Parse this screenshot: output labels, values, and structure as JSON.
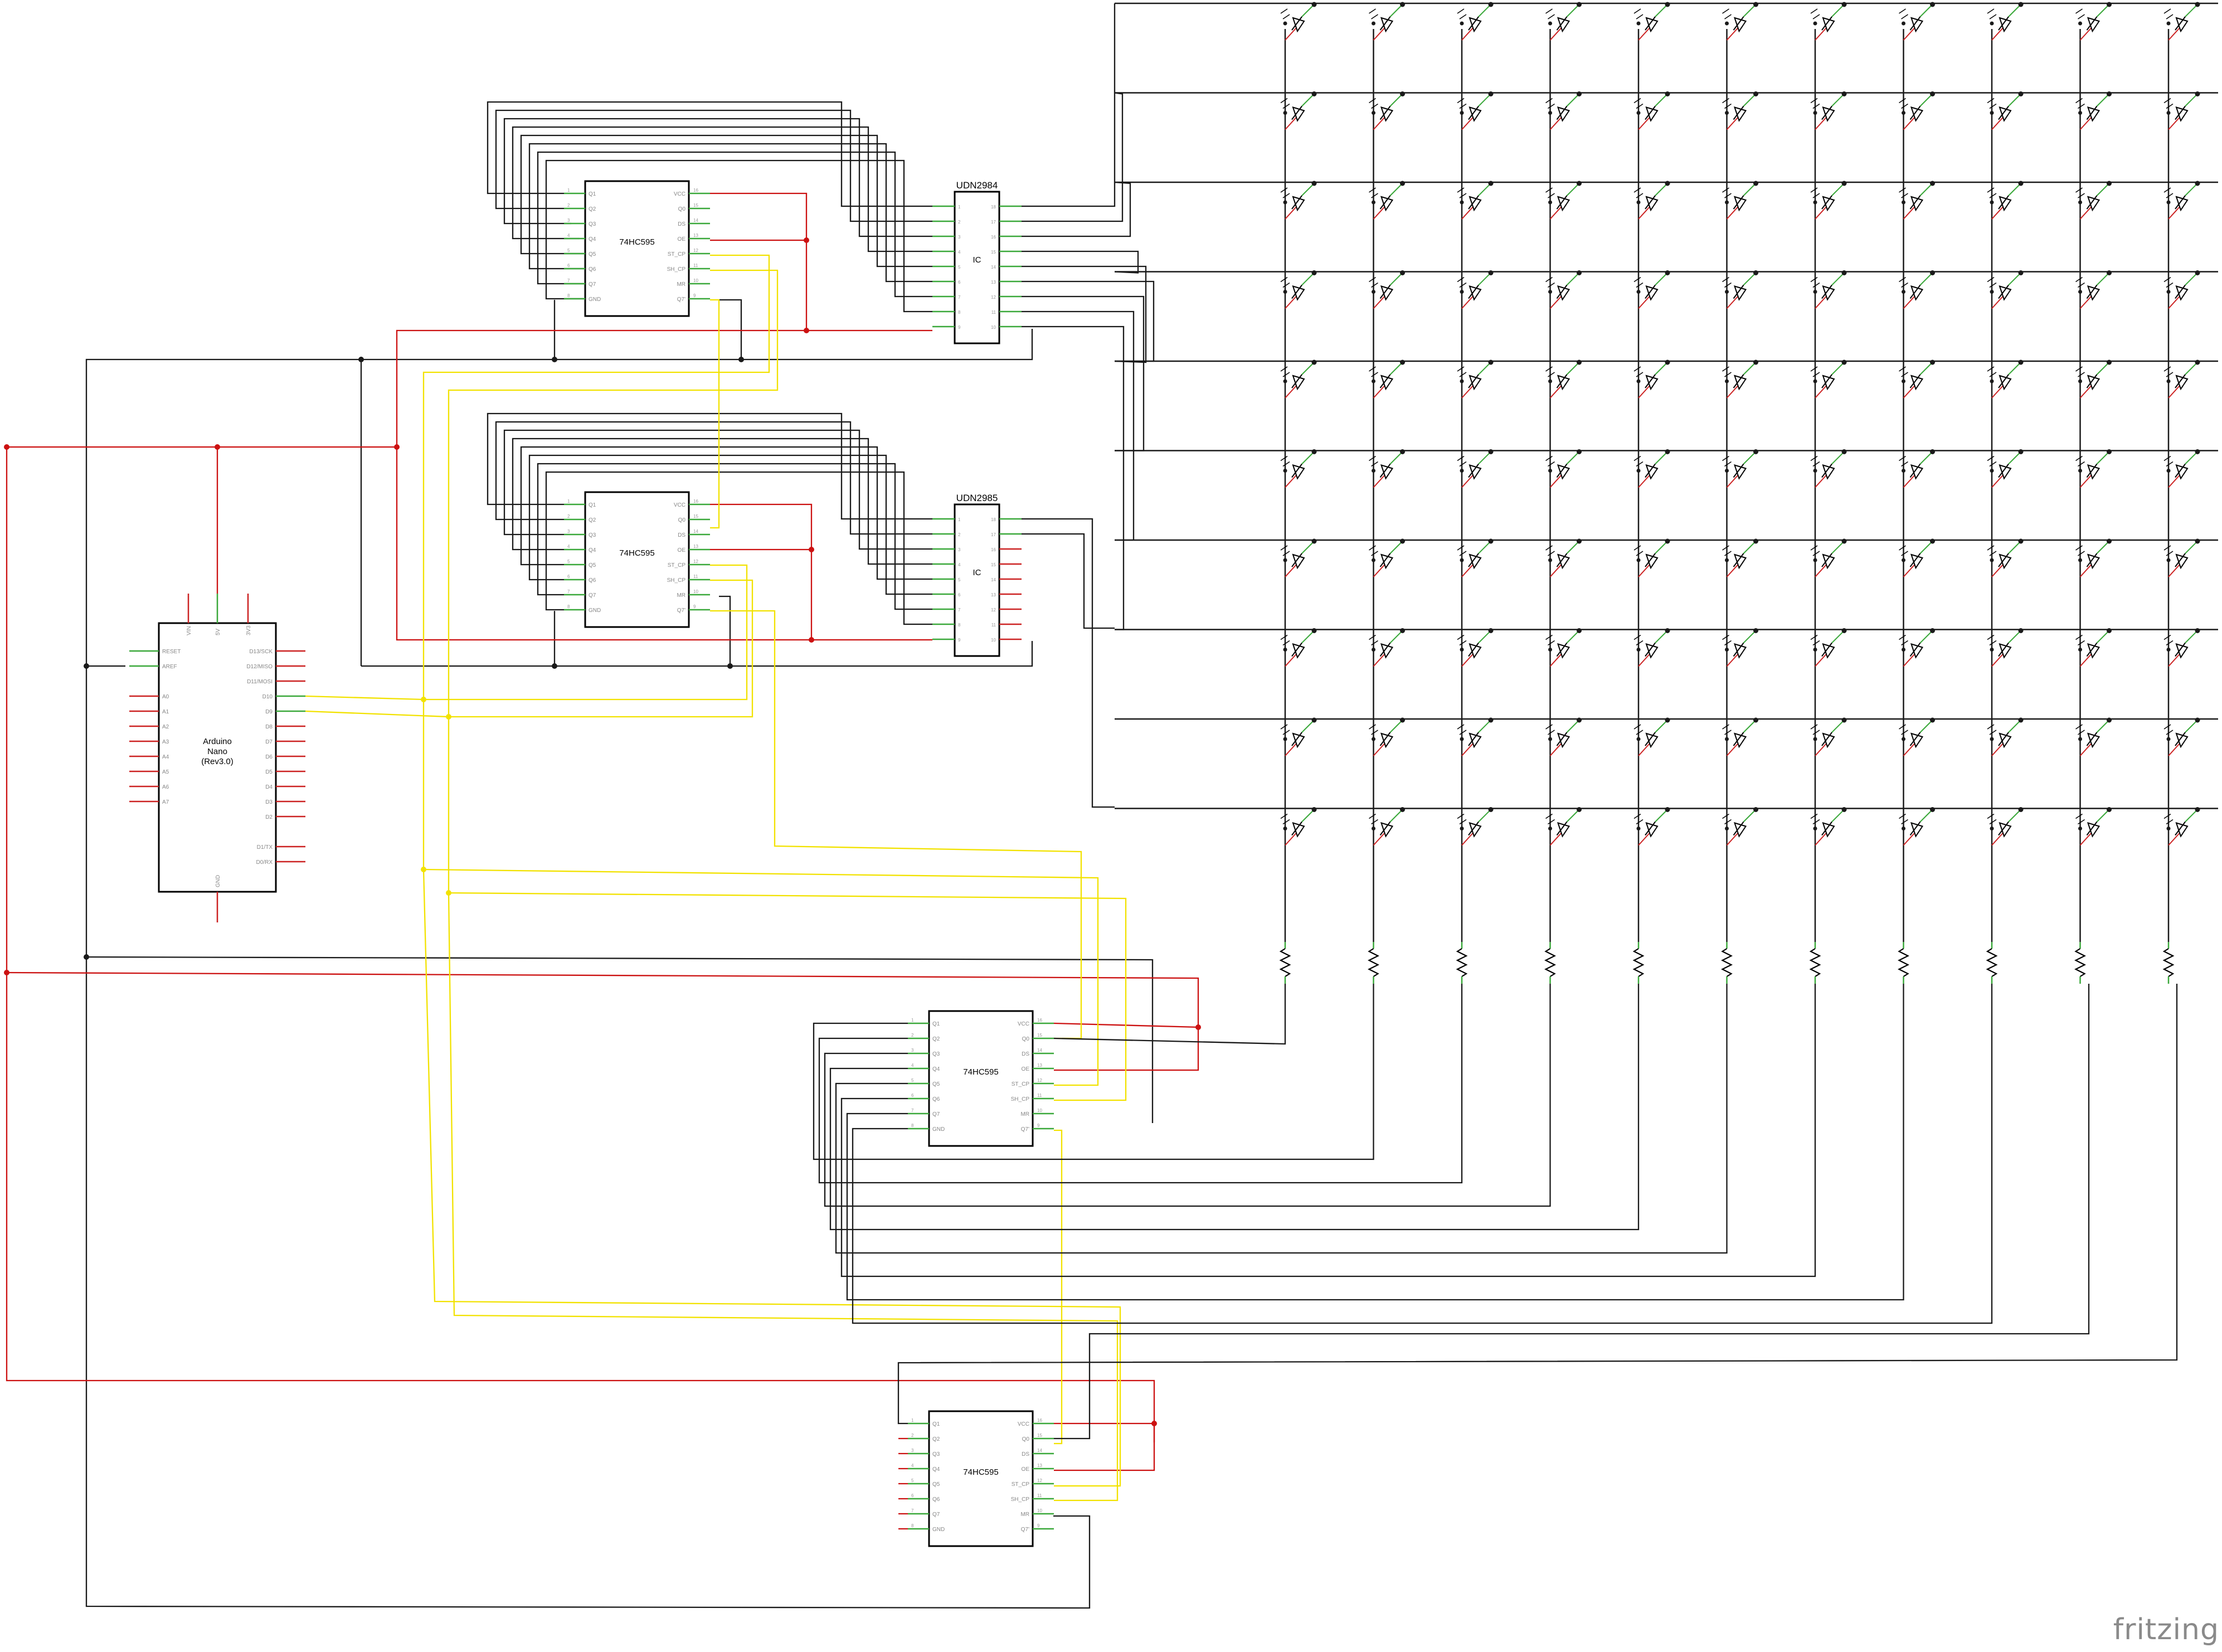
{
  "brand": "fritzing",
  "colors": {
    "wire": "#1a1a1a",
    "power": "#cc1111",
    "clock": "#f2e200",
    "pin_green": "#3aa83a",
    "pin_red": "#cc2222",
    "pin_label": "#888888"
  },
  "arduino": {
    "name_lines": [
      "Arduino",
      "Nano",
      "(Rev3.0)"
    ],
    "left_pins": [
      "RESET",
      "AREF",
      "A0",
      "A1",
      "A2",
      "A3",
      "A4",
      "A5",
      "A6",
      "A7"
    ],
    "right_pins": [
      "D13/SCK",
      "D12/MISO",
      "D11/MOSI",
      "D10",
      "D9",
      "D8",
      "D7",
      "D6",
      "D5",
      "D4",
      "D3",
      "D2",
      "D1/TX",
      "D0/RX"
    ],
    "top_pins": [
      "VIN",
      "5V",
      "3V3"
    ],
    "bottom_pins": [
      "GND"
    ]
  },
  "shift_register": {
    "name": "74HC595",
    "left_pins": [
      "Q1",
      "Q2",
      "Q3",
      "Q4",
      "Q5",
      "Q6",
      "Q7",
      "GND"
    ],
    "right_pins": [
      "VCC",
      "Q0",
      "DS",
      "OE",
      "ST_CP",
      "SH_CP",
      "MR",
      "Q7'"
    ],
    "left_nums": [
      "1",
      "2",
      "3",
      "4",
      "5",
      "6",
      "7",
      "8"
    ],
    "right_nums": [
      "16",
      "15",
      "14",
      "13",
      "12",
      "11",
      "10",
      "9"
    ]
  },
  "drivers": [
    {
      "title": "UDN2984",
      "name": "IC",
      "left_nums": [
        "1",
        "2",
        "3",
        "4",
        "5",
        "6",
        "7",
        "8",
        "9"
      ],
      "right_nums": [
        "18",
        "17",
        "16",
        "15",
        "14",
        "13",
        "12",
        "11",
        "10"
      ]
    },
    {
      "title": "UDN2985",
      "name": "IC",
      "left_nums": [
        "1",
        "2",
        "3",
        "4",
        "5",
        "6",
        "7",
        "8",
        "9"
      ],
      "right_nums": [
        "18",
        "17",
        "16",
        "15",
        "14",
        "13",
        "12",
        "11",
        "10"
      ]
    }
  ],
  "led_matrix": {
    "rows": 10,
    "cols": 11
  },
  "resistor_count": 11
}
